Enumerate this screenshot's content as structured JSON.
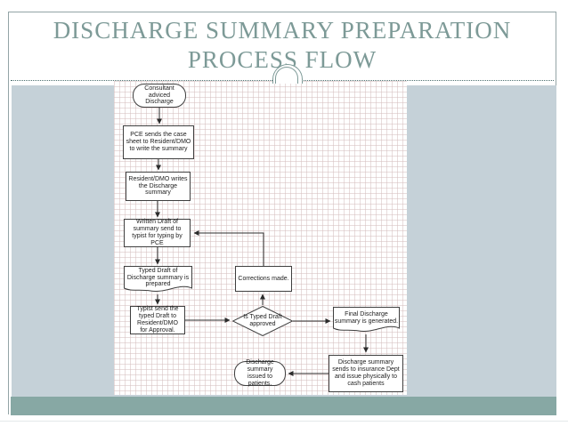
{
  "slide": {
    "title_lines": [
      "DISCHARGE SUMMARY PREPARATION",
      "PROCESS FLOW"
    ],
    "colors": {
      "title_text": "#7d9a97",
      "content_panel": "#c5d1d8",
      "bottom_strip": "#87a8a4",
      "slide_border": "#93a4a6",
      "dotted_separator": "#4d7070",
      "shape_border": "#3f3f3f",
      "grid_line": "#d6c0c0"
    }
  },
  "flowchart": {
    "nodes": [
      {
        "id": "start",
        "type": "terminator",
        "label": "Consultant adviced Discharge"
      },
      {
        "id": "pce",
        "type": "process",
        "label": "PCE sends the case sheet to Resident/DMO to write the summary"
      },
      {
        "id": "resident",
        "type": "process",
        "label": "Resident/DMO writes the Discharge summary"
      },
      {
        "id": "written",
        "type": "process",
        "label": "Written Draft of summary send to typist for typing by PCE"
      },
      {
        "id": "typed",
        "type": "document",
        "label": "Typed Draft of Discharge summary is prepared"
      },
      {
        "id": "typist",
        "type": "process",
        "label": "Typist send the typed Draft to Resident/DMO for Approval."
      },
      {
        "id": "decision",
        "type": "decision",
        "label": "Is Typed Draft approved"
      },
      {
        "id": "corrections",
        "type": "process",
        "label": "Corrections made."
      },
      {
        "id": "final",
        "type": "document",
        "label": "Final Discharge summary is generated."
      },
      {
        "id": "insurance",
        "type": "process",
        "label": "Discharge summary sends to insurance Dept and issue physically to cash patients"
      },
      {
        "id": "end",
        "type": "terminator",
        "label": "Discharge summary issued to patients."
      }
    ]
  }
}
